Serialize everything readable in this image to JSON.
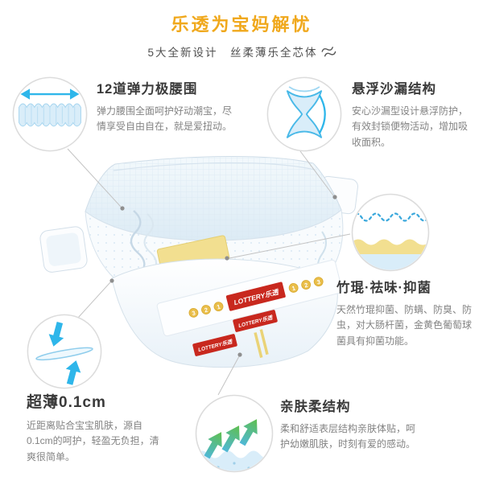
{
  "header": {
    "title": "乐透为宝妈解忧",
    "subtitle": "5大全新设计　丝柔薄乐全芯体"
  },
  "features": {
    "waistband": {
      "heading": "12道弹力极腰围",
      "body": "弹力腰围全面呵护好动潮宝，尽情享受自由自在，就是爱扭动。"
    },
    "hourglass": {
      "heading": "悬浮沙漏结构",
      "body": "安心沙漏型设计悬浮防护，有效封锁便物活动，增加吸收面积。"
    },
    "bamboo": {
      "heading": "竹琨·祛味·抑菌",
      "body": "天然竹琨抑菌、防螨、防臭、防虫，对大肠杆菌，金黄色葡萄球菌具有抑菌功能。"
    },
    "ultrathin": {
      "heading": "超薄0.1cm",
      "body": "近距离贴合宝宝肌肤，源自0.1cm的呵护，轻盈无负担，清爽很简单。"
    },
    "soft": {
      "heading": "亲肤柔结构",
      "body": "柔和舒适表层结构亲肤体贴，呵护幼嫩肌肤，时刻有爱的感动。"
    }
  },
  "product": {
    "brand": "LOTTERY乐透",
    "badges_left": [
      "3",
      "2",
      "1"
    ],
    "badges_right": [
      "1",
      "2",
      "3"
    ]
  },
  "icons": {
    "waistband": "elastic-waistband-icon",
    "hourglass": "hourglass-core-icon",
    "bamboo": "absorbent-layers-icon",
    "ultrathin": "thin-layer-icon",
    "soft": "soft-topsheet-arrows-icon"
  },
  "colors": {
    "title_gold": "#F0A81C",
    "heading": "#3A3A3A",
    "body_text": "#838383",
    "cyan": "#2EB6EA",
    "light_blue": "#D9EDF9",
    "core_yellow": "#F2DF90",
    "arrow_green": "#5FBF4E",
    "brand_red": "#C8281E"
  }
}
